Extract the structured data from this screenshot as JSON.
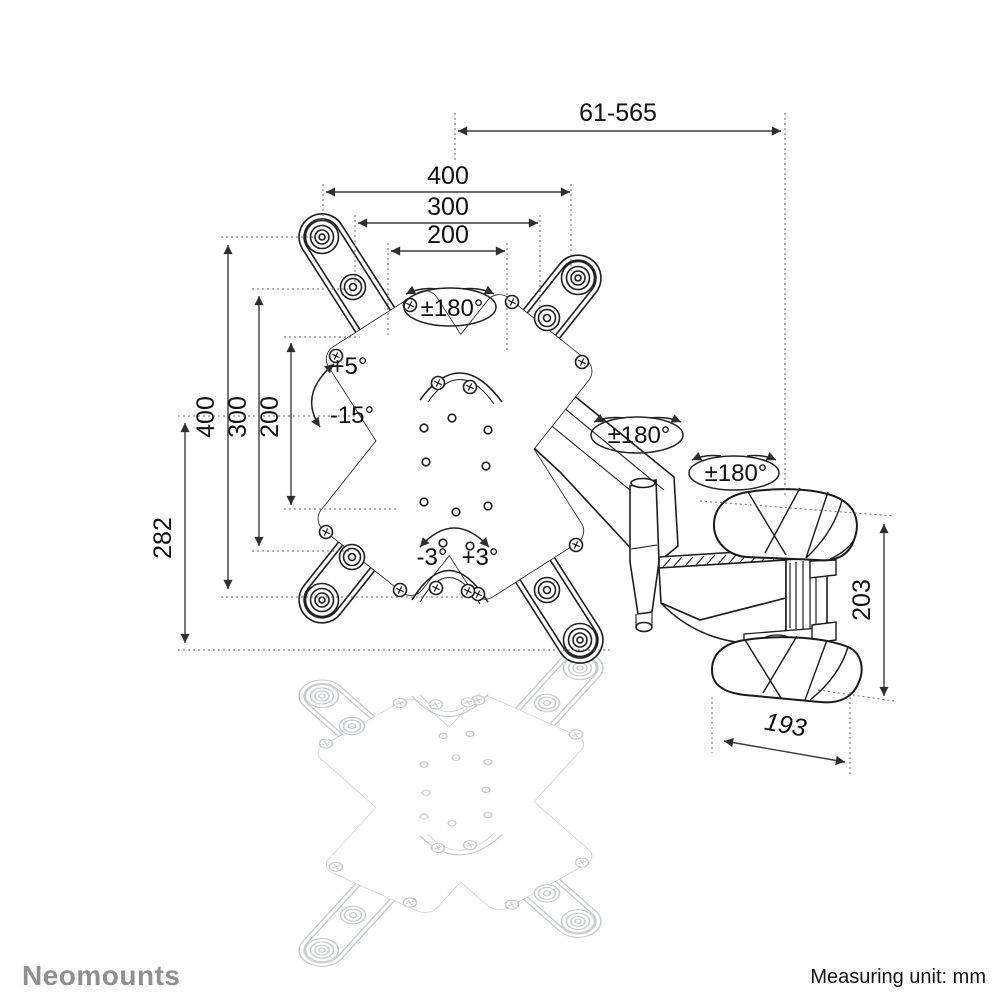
{
  "footer": {
    "brand": "Neomounts",
    "measuring_unit": "Measuring unit: mm"
  },
  "dims": {
    "arm_extension": "61-565",
    "vesa_width_outer": "400",
    "vesa_width_mid": "300",
    "vesa_width_inner": "200",
    "vesa_height_outer": "400",
    "vesa_height_mid": "300",
    "vesa_height_inner": "200",
    "bracket_height": "282",
    "wall_plate_height": "203",
    "arm_depth": "193"
  },
  "angles": {
    "tilt_up": "+5°",
    "tilt_down": "-15°",
    "swivel_plate": "±180°",
    "swivel_arm": "±180°",
    "swivel_wall": "±180°",
    "level_left": "-3°",
    "level_right": "+3°"
  },
  "colors": {
    "line": "#1e1e1e",
    "dimension": "#3c3c3c",
    "reflection": "#c3c7ca",
    "brand": "#8e9192",
    "background": "#ffffff"
  }
}
